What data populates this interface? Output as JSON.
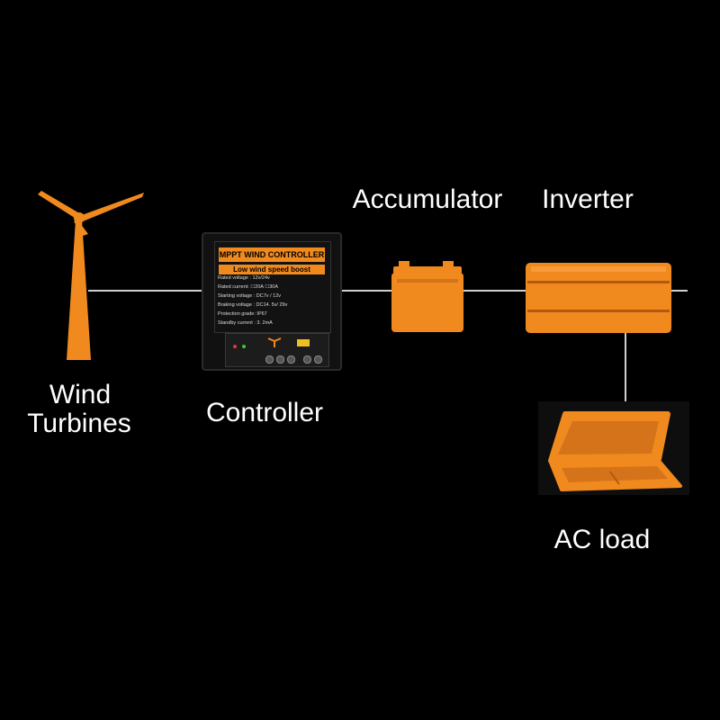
{
  "labels": {
    "wind": "Wind",
    "turbines": "Turbines",
    "controller": "Controller",
    "accumulator": "Accumulator",
    "inverter": "Inverter",
    "ac_load": "AC load"
  },
  "controller_panel": {
    "title": "MPPT WIND CONTROLLER",
    "subtitle": "Low wind speed boost",
    "specs": [
      "Rated voltage : 12v/24v",
      "Rated current: ☐20A  ☐30A",
      "Starting voltage : DC7v / 12v",
      "Braking voltage : DC14. 5v/ 29v",
      "Protection grade: IP67",
      "Standby current : 3. 2mA"
    ]
  },
  "colors": {
    "background": "#000000",
    "accent": "#f08a1e",
    "wire": "#cfcfcf",
    "text": "#ffffff"
  }
}
